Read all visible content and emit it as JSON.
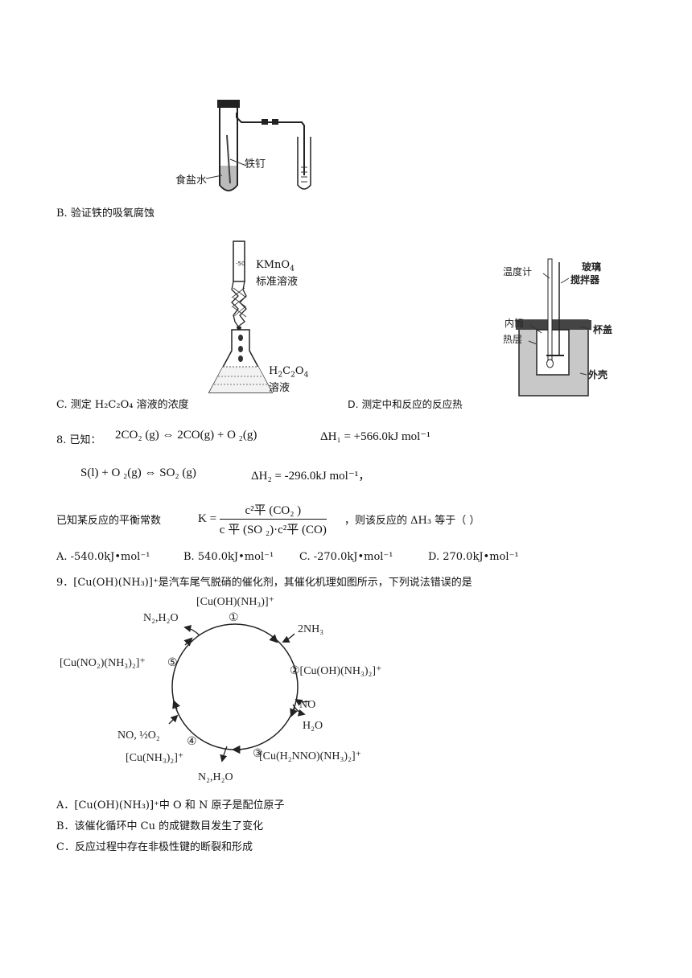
{
  "fig_b": {
    "label_salt": "食盐水",
    "label_nail": "铁钉",
    "caption": "B. 验证铁的吸氧腐蚀"
  },
  "fig_c": {
    "label_kmno4_a": "KMnO",
    "label_kmno4_b": "标准溶液",
    "label_h2c2o4_b": "溶液",
    "burette_mark": "-50",
    "caption": "C. 测定  H₂C₂O₄ 溶液的浓度"
  },
  "fig_d": {
    "label_thermometer": "温度计",
    "label_glass": "玻璃",
    "label_stirrer": "搅拌器",
    "label_inner": "内筒",
    "label_lid": "杯盖",
    "label_insulation": "隔热层",
    "label_shell": "外壳",
    "caption": "D. 测定中和反应的反应热"
  },
  "q8": {
    "prefix": "8. 已知：",
    "eq1_lhs": "2CO₂ (g) ⇔ 2CO(g) + O ₂(g)",
    "eq1_dh": "ΔH₁ = +566.0kJ mol⁻¹",
    "eq2_lhs": "S(l) + O ₂(g) ⇔ SO₂ (g)",
    "eq2_dh": "ΔH₂ = -296.0kJ mol⁻¹，",
    "k_prefix": "已知某反应的平衡常数",
    "k_lhs": "K =",
    "k_num": "c²平 (CO₂ )",
    "k_den": "c 平 (SO ₂)·c²平 (CO)",
    "k_suffix": "，则该反应的 ΔH₃  等于（  ）",
    "options": [
      "A. -540.0kJ•mol⁻¹",
      "B. 540.0kJ•mol⁻¹",
      "C. -270.0kJ•mol⁻¹",
      "D. 270.0kJ•mol⁻¹"
    ]
  },
  "q9": {
    "stem": "9．[Cu(OH)(NH₃)]⁺是汽车尾气脱硝的催化剂，其催化机理如图所示，下列说法错误的是",
    "cycle": {
      "s1": "[Cu(OH)(NH₃)]⁺",
      "s2": "②[Cu(OH)(NH₃)₂]⁺",
      "s3": "[Cu(H₂NNO)(NH₃)₂]⁺",
      "s4": "[Cu(NH₃)₂]⁺",
      "s5": "[Cu(NO₂)(NH₃)₂]⁺",
      "n1": "①",
      "n3": "③",
      "n4": "④",
      "n5": "⑤",
      "in_nh3": "2NH₃",
      "in_no": "NO",
      "out_h2o": "H₂O",
      "out_n2h2o_bottom": "N₂,H₂O",
      "in_no_o2": "NO, ½O₂",
      "out_n2h2o_top": "N₂,H₂O"
    },
    "options": [
      "A．[Cu(OH)(NH₃)]⁺中  O  和  N  原子是配位原子",
      "B．该催化循环中  Cu  的成键数目发生了变化",
      "C．反应过程中存在非极性键的断裂和形成"
    ]
  }
}
